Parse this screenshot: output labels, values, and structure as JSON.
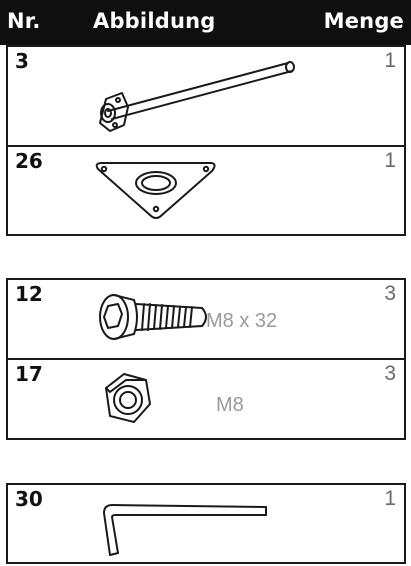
{
  "header": {
    "nr": "Nr.",
    "abbildung": "Abbildung",
    "menge": "Menge"
  },
  "groups": [
    {
      "items": [
        {
          "nr": "3",
          "qty": "1",
          "icon": "rod-with-flange-icon",
          "size": ""
        },
        {
          "nr": "26",
          "qty": "1",
          "icon": "triangular-plate-icon",
          "size": ""
        }
      ]
    },
    {
      "items": [
        {
          "nr": "12",
          "qty": "3",
          "icon": "hex-socket-bolt-icon",
          "size": "M8 x 32"
        },
        {
          "nr": "17",
          "qty": "3",
          "icon": "hex-nut-icon",
          "size": "M8"
        }
      ]
    },
    {
      "items": [
        {
          "nr": "30",
          "qty": "1",
          "icon": "allen-key-icon",
          "size": ""
        }
      ]
    }
  ],
  "colors": {
    "header_bg": "#0f0f0f",
    "border": "#1a1a1a",
    "qty_text": "#6a6a6a",
    "size_text": "#9a9a9a"
  }
}
